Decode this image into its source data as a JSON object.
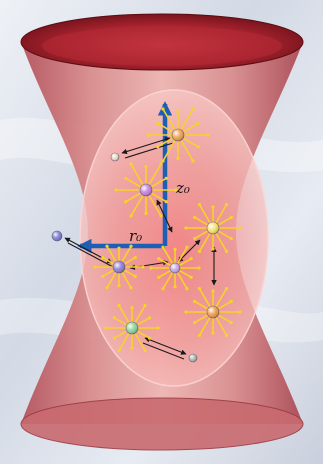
{
  "labels": {
    "z_axis": "z₀",
    "r_axis": "r₀"
  },
  "colors": {
    "beam_outer": "#c9686c",
    "beam_inner": "#e9a9a8",
    "top_rim_dark": "#7a1620",
    "top_rim_bright": "#c43a44",
    "cloud": "#f6b7b6",
    "axis_blue": "#1d5fb4",
    "ray_yellow": "#f6d22a",
    "arrow_black": "#1a1a1a",
    "background": "#e4e8f0"
  },
  "particles": [
    {
      "name": "particle-top-right-orange",
      "color": "#f0a050",
      "excited": true
    },
    {
      "name": "particle-escaped-top",
      "color": "#e8d9c8",
      "excited": false
    },
    {
      "name": "particle-upper-purple",
      "color": "#c77ee0",
      "excited": true
    },
    {
      "name": "particle-right-yellow",
      "color": "#f5e170",
      "excited": true
    },
    {
      "name": "particle-escaped-left",
      "color": "#7b7bd4",
      "excited": false
    },
    {
      "name": "particle-middle-purple",
      "color": "#8d7ad8",
      "excited": true
    },
    {
      "name": "particle-center-purple",
      "color": "#c5a5e6",
      "excited": true
    },
    {
      "name": "particle-lower-right-orange",
      "color": "#f09a4a",
      "excited": true
    },
    {
      "name": "particle-lower-green",
      "color": "#8cd49a",
      "excited": true
    },
    {
      "name": "particle-escaped-bottom",
      "color": "#a9b8ad",
      "excited": false
    }
  ]
}
